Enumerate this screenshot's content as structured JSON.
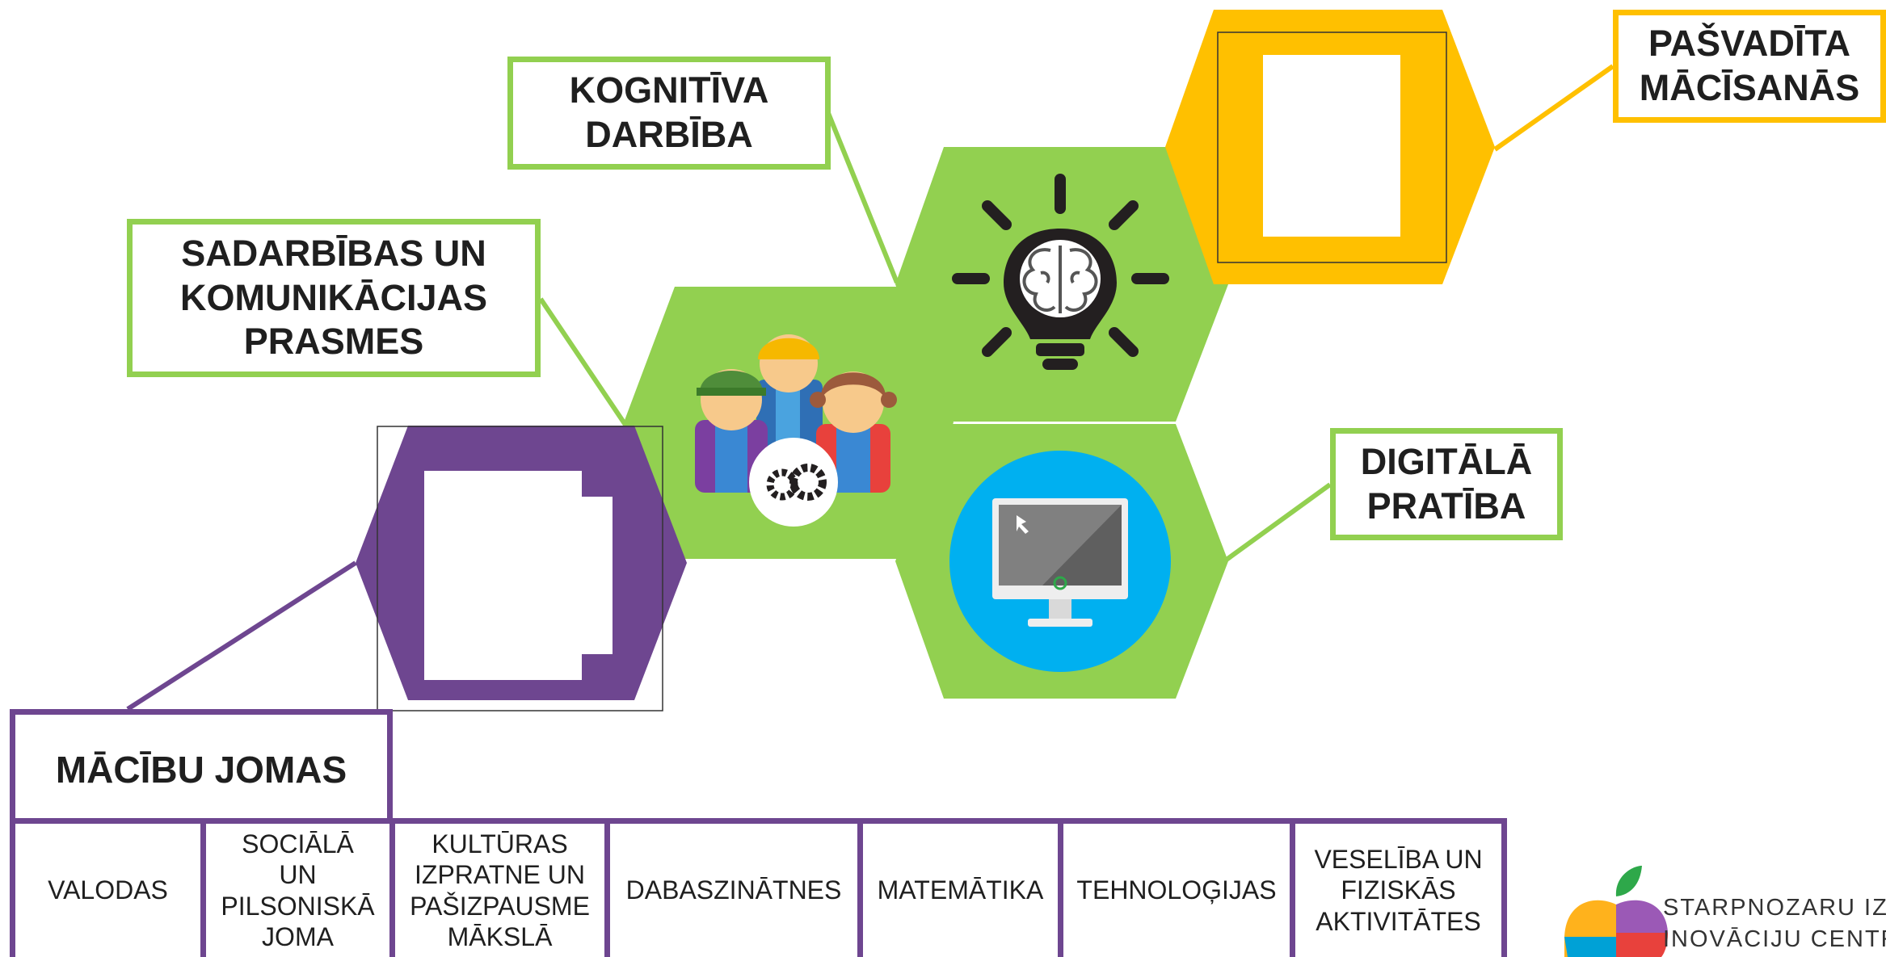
{
  "colors": {
    "green": "#92d050",
    "yellow": "#ffc000",
    "purple": "#6e4690",
    "blue": "#00b0f0",
    "text": "#1f1f1f"
  },
  "labels": {
    "kognitiva": [
      "KOGNITĪVA",
      "DARBĪBA"
    ],
    "sadarbibas": [
      "SADARBĪBAS UN",
      "KOMUNIKĀCIJAS",
      "PRASMES"
    ],
    "digitala": [
      "DIGITĀLĀ",
      "PRATĪBA"
    ],
    "pasvadita": [
      "PAŠVADĪTA",
      "MĀCĪSANĀS"
    ]
  },
  "jomas": {
    "title": "MĀCĪBU JOMAS",
    "cells": [
      "VALODAS",
      "SOCIĀLĀ\nUN\nPILSONISKĀ\nJOMA",
      "KULTŪRAS\nIZPRATNE UN\nPAŠIZPAUSME\nMĀKSLĀ",
      "DABASZINĀTNES",
      "MATEMĀTIKA",
      "TEHNOLOĢIJAS",
      "VESELĪBA UN\nFIZISKĀS\nAKTIVITĀTES"
    ]
  },
  "logo": {
    "line1": "STARPNOZARU IZGLĪ",
    "line2": "INOVĀCIJU CENTRS"
  },
  "icons": {
    "lightbulb": "lightbulb-brain-icon",
    "people": "team-people-icon",
    "monitor": "computer-monitor-icon",
    "logo": "apple-logo-icon"
  }
}
